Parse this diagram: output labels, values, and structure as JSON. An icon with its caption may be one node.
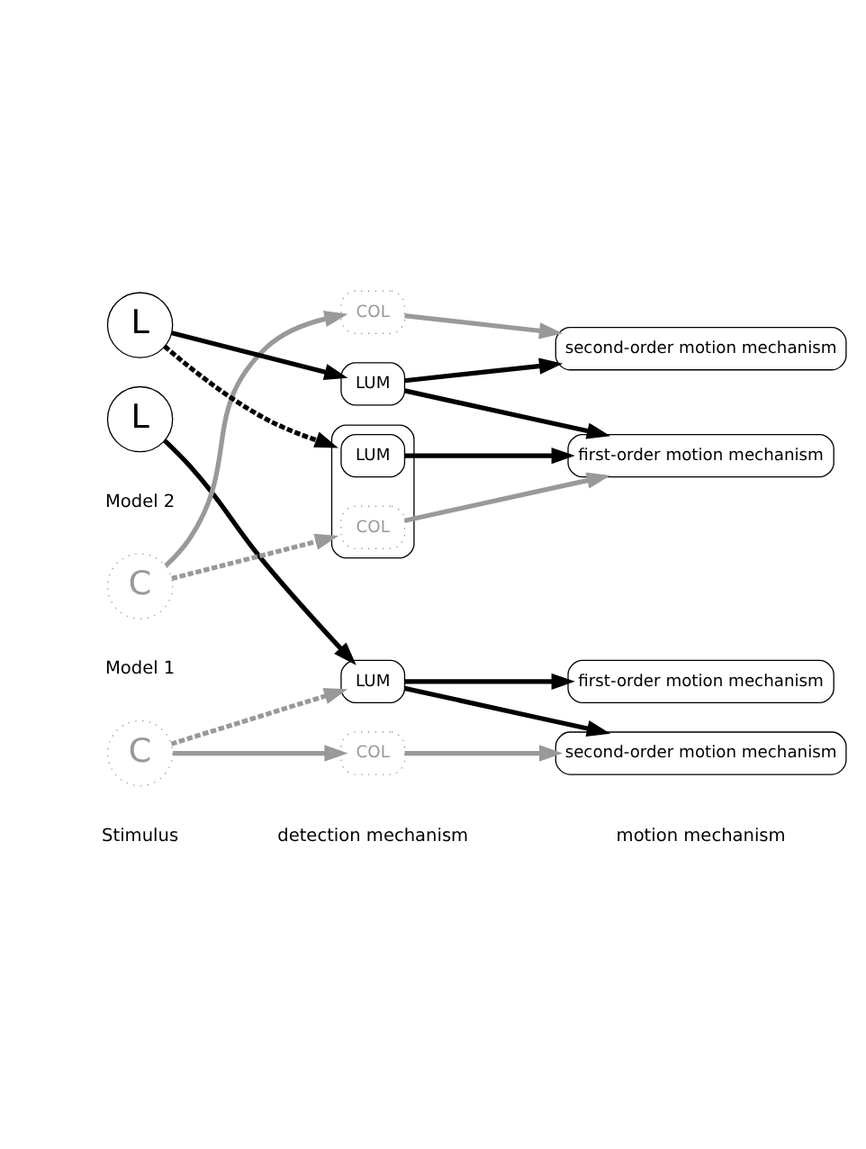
{
  "diagram": {
    "nodes": [
      {
        "text": [
          "C"
        ]
      },
      {
        "text": [
          "L"
        ]
      },
      {
        "text": [
          "COL"
        ]
      },
      {
        "text": [
          "LUM"
        ]
      },
      {
        "text": [
          "second-order motion mechanism"
        ]
      },
      {
        "text": [
          "first-order motion mechanism"
        ]
      },
      {
        "text": [
          "C"
        ]
      },
      {
        "text": [
          "L"
        ]
      },
      {
        "text": [
          "COL"
        ]
      },
      {
        "text": [],
        "shape": "box"
      },
      {
        "text": [
          "COL"
        ],
        "in": 9
      },
      {
        "text": [
          "LUM"
        ],
        "in": 9
      },
      {
        "text": [
          "LUM"
        ]
      },
      {
        "text": [
          "second-order motion mechanism"
        ]
      },
      {
        "text": [
          "first-order motion mechanism"
        ]
      }
    ],
    "edges": [
      {
        "from": 0,
        "to": 2,
        "arrow": "to",
        "color": "#999999"
      },
      {
        "from": 0,
        "to": 3,
        "arrow": "to",
        "style": "dashed",
        "color": "#999999"
      },
      {
        "from": 1,
        "to": 3,
        "arrow": "to"
      },
      {
        "from": 2,
        "to": 4,
        "arrow": "to",
        "color": "#999999"
      },
      {
        "from": 3,
        "to": 4,
        "arrow": "to"
      },
      {
        "from": 3,
        "to": 5,
        "arrow": "to"
      },
      {
        "from": 6,
        "to": 8,
        "arrow": "to",
        "color": "#999999"
      },
      {
        "from": 6,
        "to": 9,
        "arrow": "to",
        "style": "dashed",
        "color": "#999999"
      },
      {
        "from": 7,
        "to": 9,
        "arrow": "to",
        "style": "dashed"
      },
      {
        "from": 7,
        "to": 12,
        "arrow": "to"
      },
      {
        "from": 8,
        "to": 13,
        "arrow": "to",
        "color": "#999999"
      },
      {
        "from": 12,
        "to": 13,
        "arrow": "to"
      },
      {
        "from": 12,
        "to": 14,
        "arrow": "to"
      },
      {
        "from": 10,
        "to": 14,
        "arrow": "to",
        "color": "#999999"
      },
      {
        "from": 11,
        "to": 14,
        "arrow": "to"
      }
    ],
    "labels": [
      "Model 1",
      "Model 2",
      "Stimulus",
      "detection mechanism",
      "motion mechanism"
    ]
  }
}
